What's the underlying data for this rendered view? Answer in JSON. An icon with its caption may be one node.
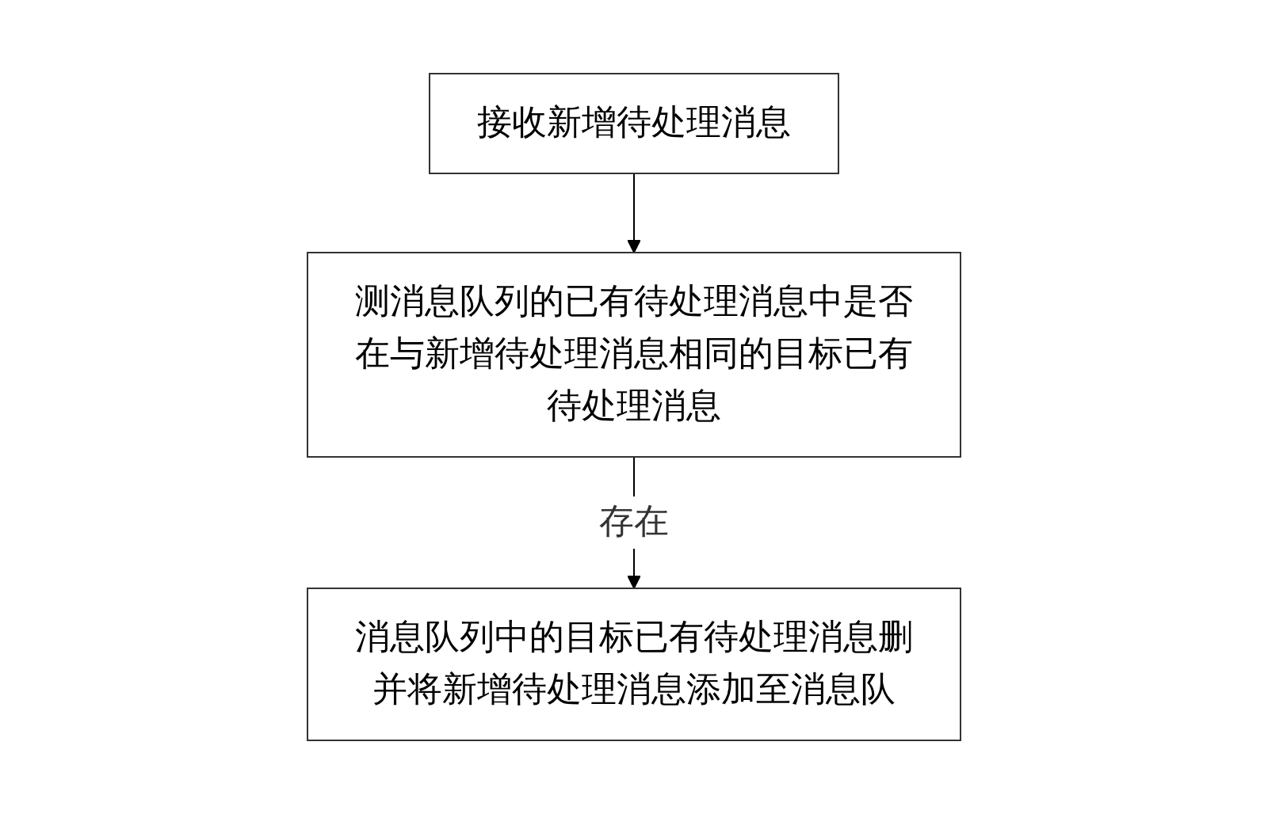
{
  "diagram": {
    "nodes": [
      {
        "text": [
          "接收新增待处理消息"
        ]
      },
      {
        "text": [
          "测消息队列的已有待处理消息中是否在与新增待处理消息相同的目标已有待处理消息"
        ]
      },
      {
        "text": [
          "消息队列中的目标已有待处理消息删并将新增待处理消息添加至消息队"
        ]
      }
    ],
    "edges": [
      {
        "from": 0,
        "to": 1,
        "arrow": "to"
      },
      {
        "from": 1,
        "to": 2,
        "arrow": "to",
        "label": "存在"
      }
    ]
  }
}
